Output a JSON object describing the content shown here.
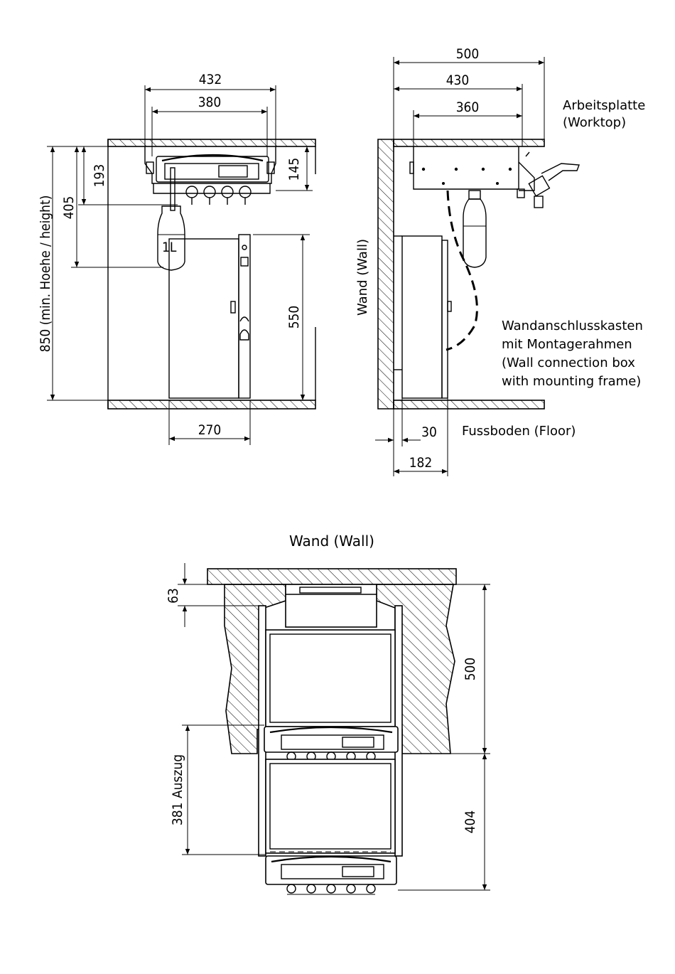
{
  "front_view": {
    "dim_width_outer": "432",
    "dim_width_inner": "380",
    "dim_top_193": "193",
    "dim_top_405": "405",
    "dim_height_850": "850 (min. Hoehe / height)",
    "dim_145": "145",
    "dim_550": "550",
    "dim_270": "270",
    "bottle_label": "1L"
  },
  "side_view": {
    "dim_500": "500",
    "dim_430": "430",
    "dim_360": "360",
    "dim_30": "30",
    "dim_182": "182",
    "worktop_label_1": "Arbeitsplatte",
    "worktop_label_2": "(Worktop)",
    "wall_label": "Wand (Wall)",
    "box_label_1": "Wandanschlusskasten",
    "box_label_2": "mit Montagerahmen",
    "box_label_3": "(Wall connection box",
    "box_label_4": "with mounting frame)",
    "floor_label": "Fussboden (Floor)"
  },
  "top_view": {
    "wall_title": "Wand (Wall)",
    "dim_63": "63",
    "dim_500": "500",
    "dim_381": "381 Auszug",
    "dim_404": "404"
  }
}
